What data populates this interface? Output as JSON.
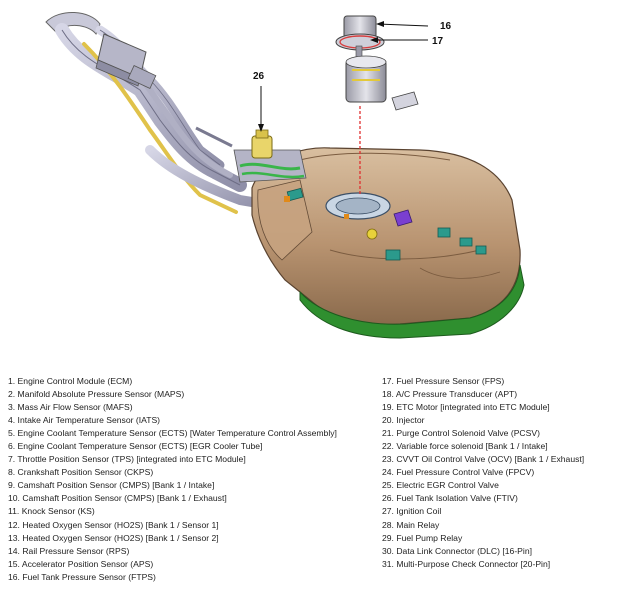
{
  "callouts": {
    "pump_flange": "16",
    "fuel_pressure_sensor": "17",
    "tank_isolation_valve": "26"
  },
  "legend": {
    "left": [
      "1. Engine Control Module (ECM)",
      "2. Manifold Absolute Pressure Sensor (MAPS)",
      "3. Mass Air Flow Sensor (MAFS)",
      "4. Intake Air Temperature Sensor (IATS)",
      "5. Engine Coolant Temperature Sensor (ECTS) [Water Temperature Control Assembly]",
      "6. Engine Coolant Temperature Sensor (ECTS) [EGR Cooler Tube]",
      "7. Throttle Position Sensor (TPS) [integrated into ETC Module]",
      "8. Crankshaft Position Sensor (CKPS)",
      "9. Camshaft Position Sensor (CMPS) [Bank 1 / Intake]",
      "10. Camshaft Position Sensor (CMPS) [Bank 1 / Exhaust]",
      "11. Knock Sensor (KS)",
      "12. Heated Oxygen Sensor (HO2S) [Bank 1 / Sensor 1]",
      "13. Heated Oxygen Sensor (HO2S) [Bank 1 / Sensor 2]",
      "14. Rail Pressure Sensor (RPS)",
      "15. Accelerator Position Sensor (APS)",
      "16. Fuel Tank Pressure Sensor (FTPS)"
    ],
    "right": [
      "17. Fuel Pressure Sensor (FPS)",
      "18. A/C Pressure Transducer (APT)",
      "19. ETC Motor [integrated into ETC Module]",
      "20. Injector",
      "21. Purge Control Solenoid Valve (PCSV)",
      "22. Variable force solenoid [Bank 1 / Intake]",
      "23. CVVT Oil Control Valve (OCV) [Bank 1 / Exhaust]",
      "24. Fuel Pressure Control Valve (FPCV)",
      "25. Electric EGR Control Valve",
      "26. Fuel Tank Isolation Valve (FTIV)",
      "27. Ignition Coil",
      "28. Main Relay",
      "29. Fuel Pump Relay",
      "30. Data Link Connector (DLC) [16-Pin]",
      "31. Multi-Purpose Check Connector [20-Pin]"
    ]
  }
}
